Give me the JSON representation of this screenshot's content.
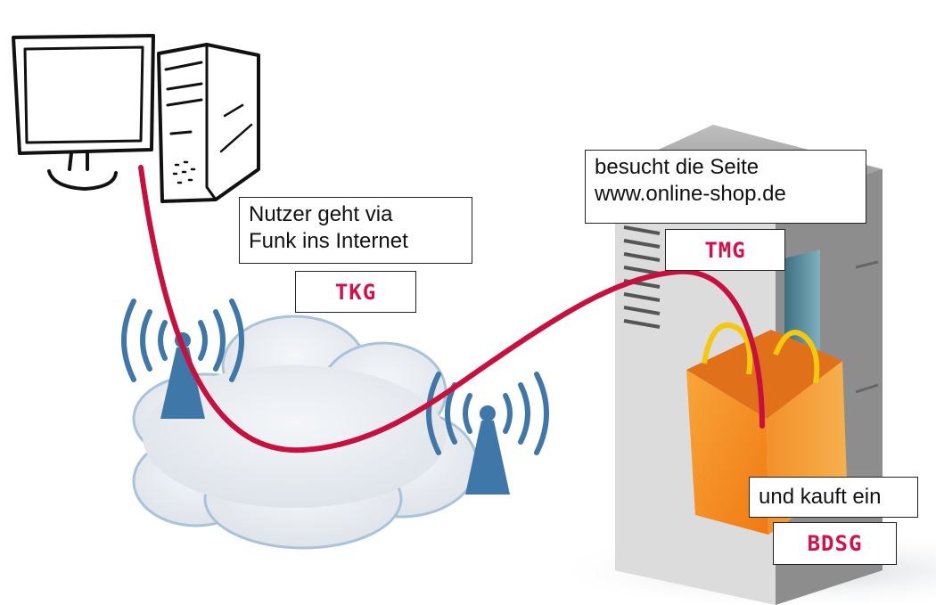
{
  "notes": {
    "user_radio": {
      "line1": "Nutzer geht via",
      "line2": "Funk ins Internet"
    },
    "visit_site": {
      "line1": "besucht die Seite",
      "line2": "www.online-shop.de"
    },
    "buys": {
      "line1": "und kauft ein"
    }
  },
  "laws": {
    "tkg": "TKG",
    "tmg": "TMG",
    "bdsg": "BDSG"
  },
  "icons": {
    "computer": "computer-icon",
    "cloud": "cloud-icon",
    "antenna": "antenna-icon",
    "server": "server-icon",
    "bag": "shopping-bag-icon"
  },
  "colors": {
    "connection_line": "#c8103e",
    "law_text": "#d40f4a",
    "antenna": "#3f78a8",
    "bag": "#f39220"
  }
}
